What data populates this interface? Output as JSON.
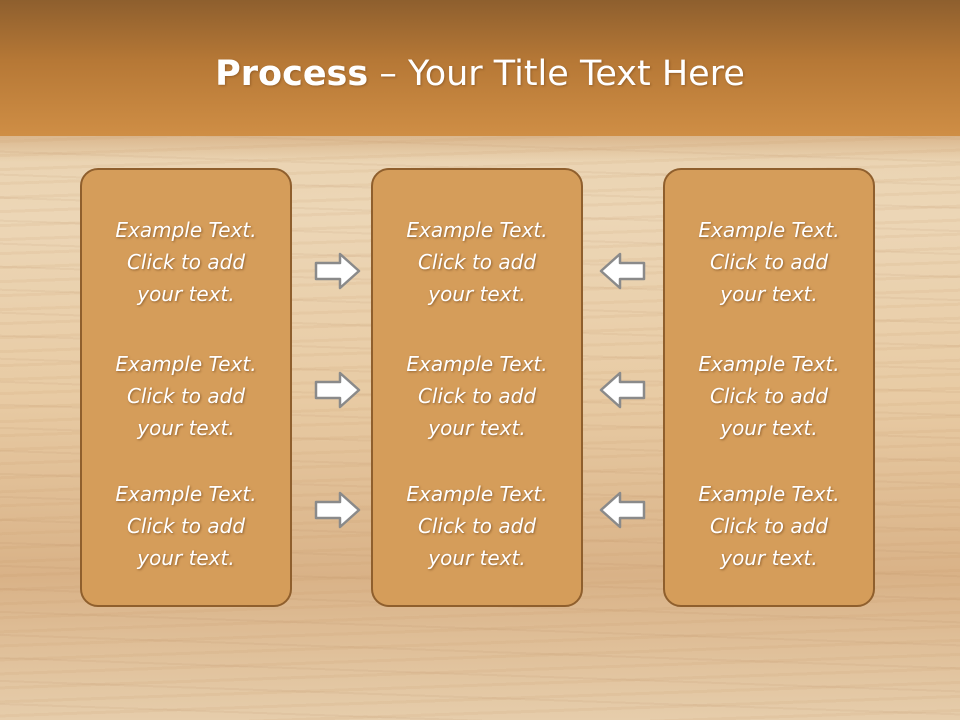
{
  "slide": {
    "title_bold": "Process",
    "title_rest": " – Your Title Text Here",
    "colors": {
      "header": "#b67836",
      "card_fill": "#d59d5a",
      "card_border": "#8f5f2d",
      "arrow_fill": "#ffffff",
      "arrow_stroke": "#8a8a8a"
    }
  },
  "columns": [
    {
      "items": [
        "Example Text.\nClick  to add\nyour text.",
        "Example Text.\nClick  to add\nyour text.",
        "Example Text.\nClick  to add\nyour text."
      ]
    },
    {
      "items": [
        "Example Text.\nClick  to add\nyour text.",
        "Example Text.\nClick  to add\nyour text.",
        "Example Text.\nClick  to add\nyour text."
      ]
    },
    {
      "items": [
        "Example Text.\nClick  to add\nyour text.",
        "Example Text.\nClick  to add\nyour text.",
        "Example Text.\nClick  to add\nyour text."
      ]
    }
  ],
  "arrows": {
    "left_group_icon": "arrow-right-icon",
    "right_group_icon": "arrow-left-icon"
  }
}
